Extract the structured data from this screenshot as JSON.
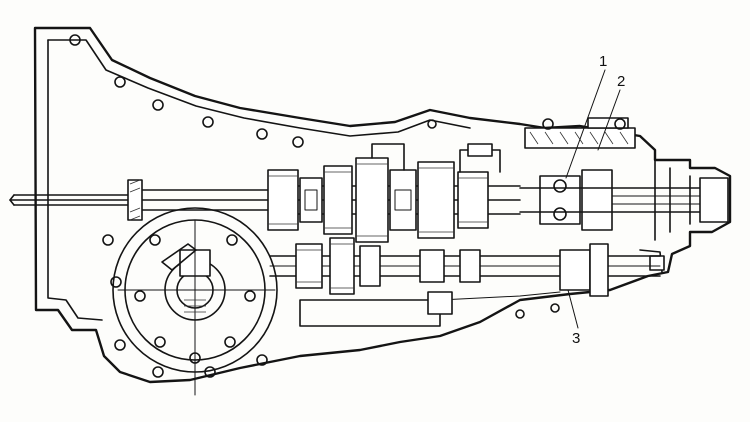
{
  "figure": {
    "callouts": [
      {
        "id": "callout-1",
        "label": "1"
      },
      {
        "id": "callout-2",
        "label": "2"
      },
      {
        "id": "callout-3",
        "label": "3"
      }
    ]
  },
  "colors": {
    "ink": "#141414",
    "paper": "#fdfdfb"
  }
}
